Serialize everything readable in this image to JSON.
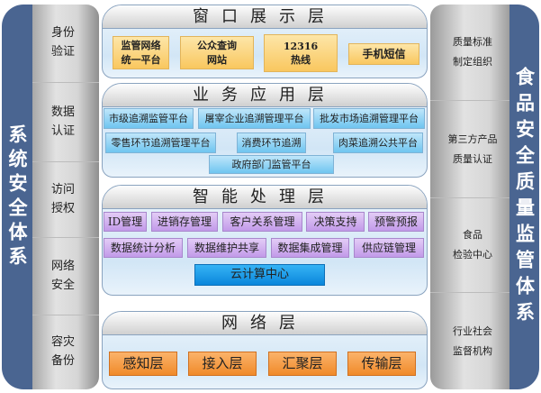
{
  "left": {
    "title": "系统安全体系",
    "items": [
      "身份\n验证",
      "数据\n认证",
      "访问\n授权",
      "网络\n安全",
      "容灾\n备份"
    ]
  },
  "right": {
    "title": "食品安全质量监管体系",
    "items": [
      "质量标准\n制定组织",
      "第三方产品\n质量认证",
      "食品\n检验中心",
      "行业社会\n监督机构"
    ]
  },
  "layers": {
    "window": {
      "title": "窗口展示层",
      "items": [
        "监管网络\n统一平台",
        "公众查询\n网站",
        "12316\n热线",
        "手机短信"
      ]
    },
    "business": {
      "title": "业务应用层",
      "items": [
        "市级追溯监管平台",
        "屠宰企业追溯管理平台",
        "批发市场追溯管理平台",
        "零售环节追溯管理平台",
        "消费环节追溯",
        "肉菜追溯公共平台",
        "政府部门监管平台"
      ]
    },
    "intelligent": {
      "title": "智能处理层",
      "items": [
        "ID管理",
        "进销存管理",
        "客户关系管理",
        "决策支持",
        "预警预报",
        "数据统计分析",
        "数据维护共享",
        "数据集成管理",
        "供应链管理"
      ],
      "core": "云计算中心"
    },
    "network": {
      "title": "网络层",
      "items": [
        "感知层",
        "接入层",
        "汇聚层",
        "传输层"
      ]
    }
  }
}
